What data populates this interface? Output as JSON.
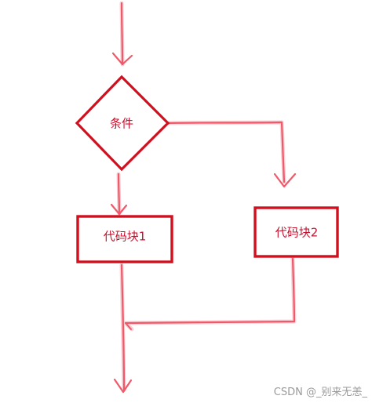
{
  "diagram": {
    "decision": {
      "label": "条件"
    },
    "block1": {
      "label": "代码块1"
    },
    "block2": {
      "label": "代码块2"
    }
  },
  "watermark": {
    "text": "CSDN @_别来无恙_"
  },
  "colors": {
    "node_stroke": "#d0101f",
    "connector": "#ee5a6a",
    "connector_glow": "#f7c4ca",
    "node_text": "#c8102e",
    "watermark": "#9a9a9a"
  }
}
